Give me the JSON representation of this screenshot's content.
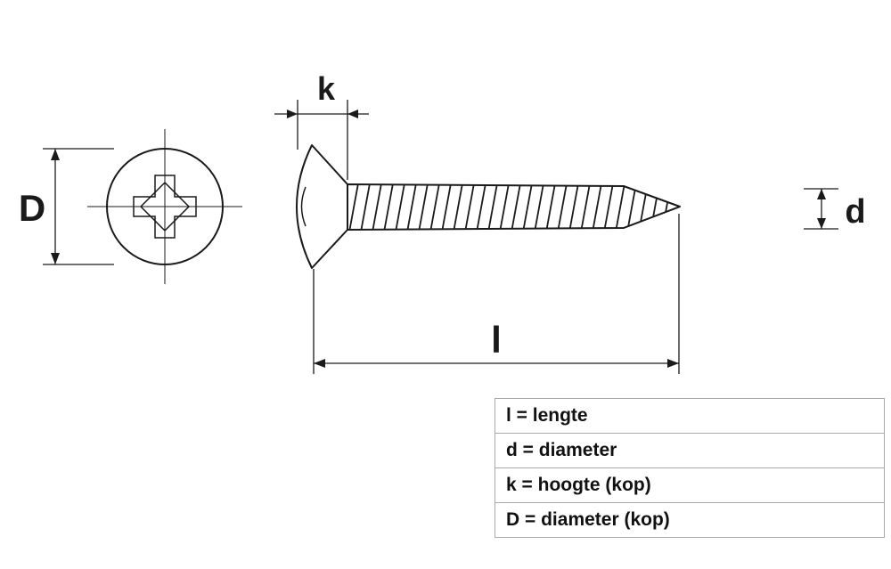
{
  "dimensions": {
    "k_label": "k",
    "D_label": "D",
    "d_label": "d",
    "l_label": "l"
  },
  "legend": {
    "rows": [
      "l = lengte",
      "d = diameter",
      "k = hoogte (kop)",
      "D = diameter (kop)"
    ]
  }
}
